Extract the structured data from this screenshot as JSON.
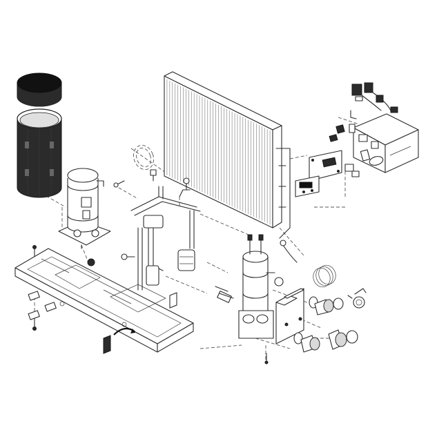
{
  "diagram": {
    "type": "exploded-parts-view",
    "subject": "heat pump unit",
    "colors": {
      "line": "#2a2a2a",
      "fill_dark": "#2b2b2b",
      "fill_light": "#d9d9d9",
      "background": "#ffffff"
    },
    "components": [
      "filter-cover-cap",
      "filter-sleeve",
      "compressor",
      "condenser-coil",
      "base-tray",
      "piping-assembly",
      "heat-exchanger-cylinder",
      "mounting-bracket",
      "control-box",
      "control-panel",
      "control-display",
      "pipe-fittings",
      "pressure-gauge",
      "coiled-tube",
      "connectors"
    ]
  }
}
